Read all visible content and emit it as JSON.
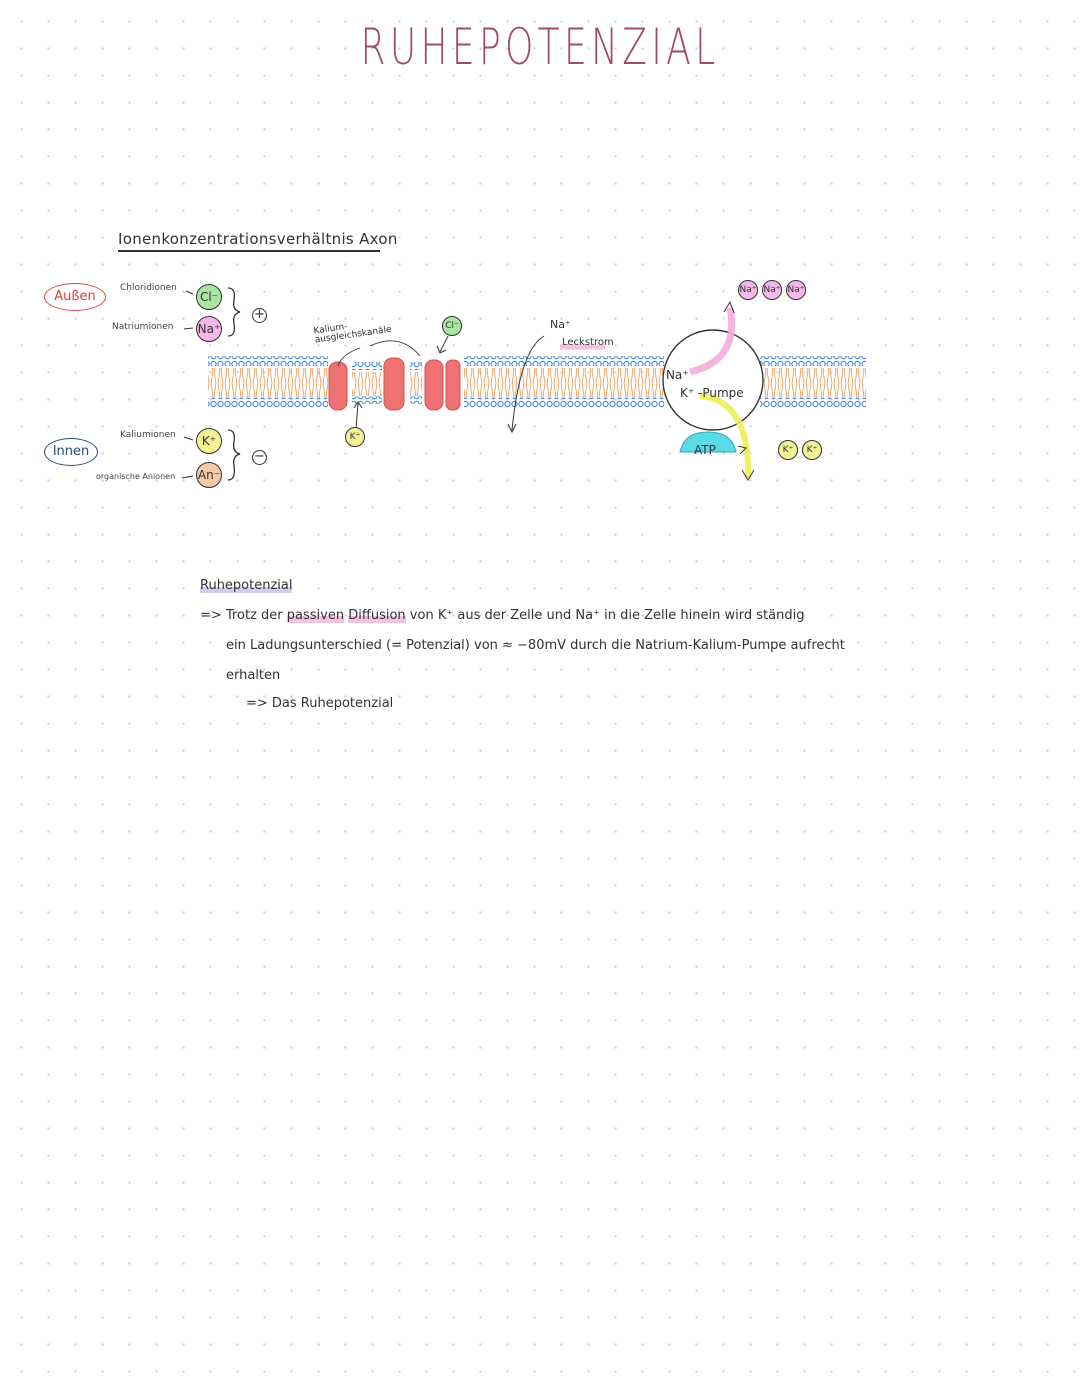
{
  "title": "RUHEPOTENZIAL",
  "subtitle": "Ionenkonzentrationsverhältnis Axon",
  "sides": {
    "outside": "Außen",
    "inside": "Innen"
  },
  "ions_legend": {
    "chlorid": {
      "label": "Chloridionen",
      "symbol": "Cl⁻",
      "color": "#a9e6a1"
    },
    "natrium": {
      "label": "Natriumionen",
      "symbol": "Na⁺",
      "color": "#f6b8ea"
    },
    "kalium": {
      "label": "Kaliumionen",
      "symbol": "K⁺",
      "color": "#f3f293"
    },
    "anionen": {
      "label": "organische Anionen",
      "symbol": "An⁻",
      "color": "#f6c9a8"
    },
    "plus_sign": "+",
    "minus_sign": "−"
  },
  "membrane": {
    "channel_label": "Kalium-ausgleichskanäle",
    "cl_ion": "Cl⁻",
    "k_ion": "K⁺",
    "na_leak_ion": "Na⁺",
    "leak_label": "Leckstrom",
    "pump_na": "Na⁺",
    "pump_label": "K⁺ -Pumpe",
    "atp_label": "ATP",
    "na_out": [
      "Na⁺",
      "Na⁺",
      "Na⁺"
    ],
    "k_in": [
      "K⁺",
      "K⁺"
    ],
    "colors": {
      "channel": "#ef7272",
      "pump_na_arrow": "#f2a8dc",
      "pump_k_arrow": "#eeee55",
      "atp": "#58dbe6",
      "lipid": "#f0a86e",
      "head": "#4f8ed9"
    }
  },
  "text_section": {
    "heading": "Ruhepotenzial",
    "line1": {
      "arrow": "=>",
      "words": [
        "Trotz",
        "der",
        "passiven",
        "Diffusion",
        "von",
        "K⁺",
        "aus",
        "der",
        "Zelle",
        "und",
        "Na⁺",
        "in",
        "die",
        "Zelle",
        "hinein",
        "wird",
        "ständig"
      ]
    },
    "line2": "ein Ladungsunterschied (= Potenzial) von ≈ −80mV durch die Natrium-Kalium-Pumpe aufrecht",
    "line3": "erhalten",
    "conclusion": "=> Das Ruhepotenzial"
  }
}
